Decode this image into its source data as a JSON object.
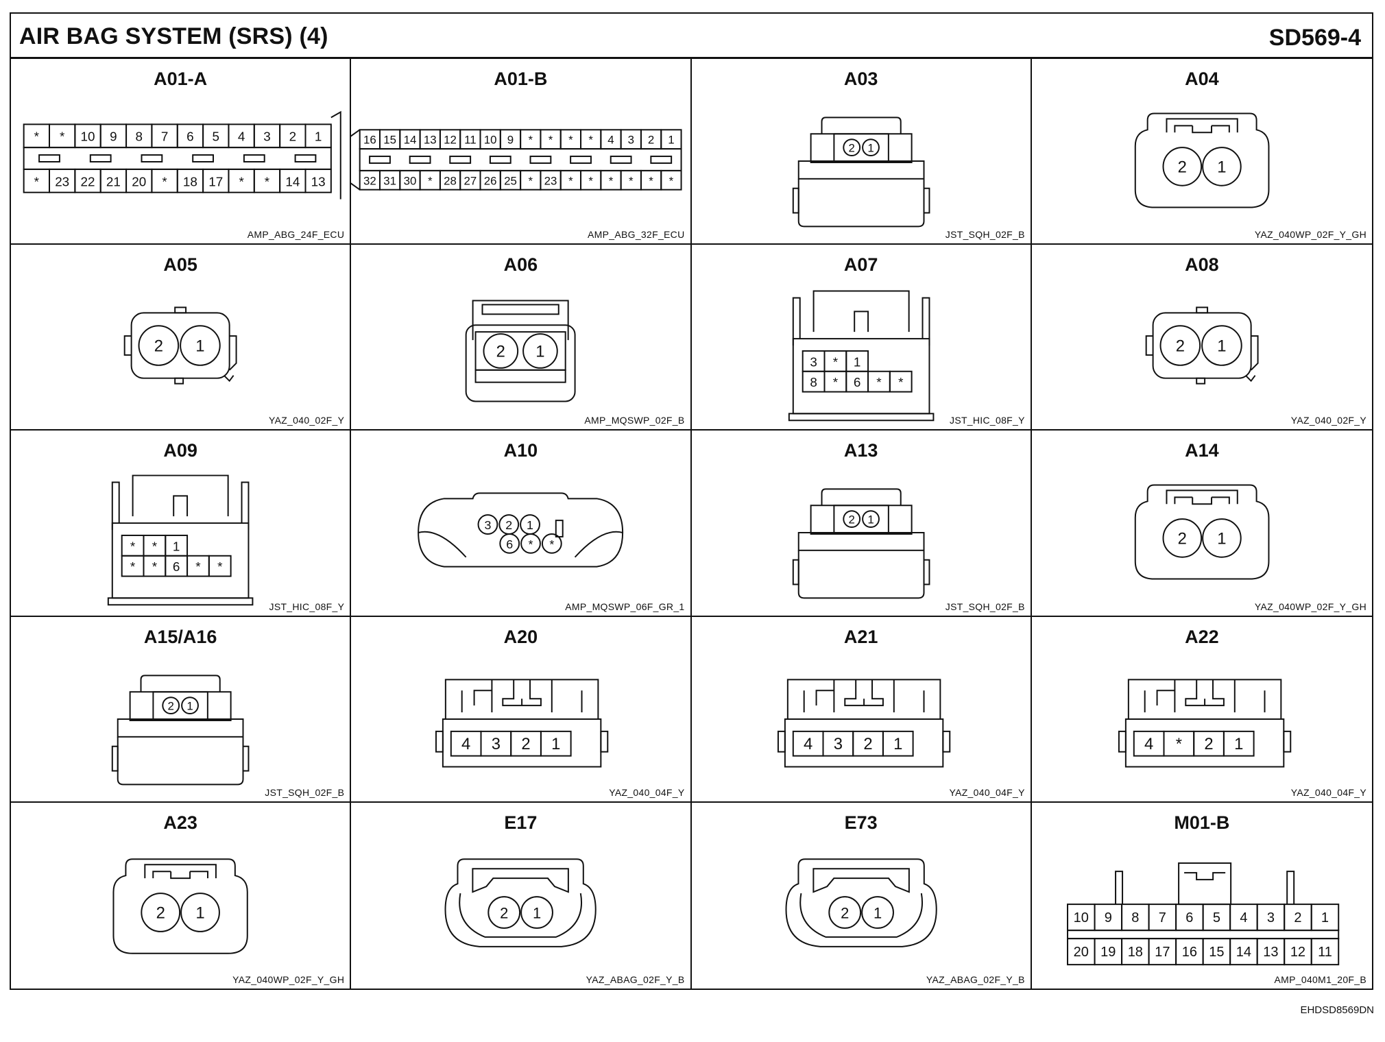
{
  "header": {
    "title": "AIR BAG SYSTEM (SRS) (4)",
    "code": "SD569-4"
  },
  "footer": {
    "doc_id": "EHDSD8569DN"
  },
  "connectors": [
    {
      "id": "A01-A",
      "type": "AMP_ABG_24F_ECU",
      "top_row": [
        "*",
        "*",
        "10",
        "9",
        "8",
        "7",
        "6",
        "5",
        "4",
        "3",
        "2",
        "1"
      ],
      "bottom_row": [
        "*",
        "23",
        "22",
        "21",
        "20",
        "*",
        "18",
        "17",
        "*",
        "*",
        "14",
        "13"
      ]
    },
    {
      "id": "A01-B",
      "type": "AMP_ABG_32F_ECU",
      "top_row": [
        "16",
        "15",
        "14",
        "13",
        "12",
        "11",
        "10",
        "9",
        "*",
        "*",
        "*",
        "*",
        "4",
        "3",
        "2",
        "1"
      ],
      "bottom_row": [
        "32",
        "31",
        "30",
        "*",
        "28",
        "27",
        "26",
        "25",
        "*",
        "23",
        "*",
        "*",
        "*",
        "*",
        "*",
        "*"
      ]
    },
    {
      "id": "A03",
      "type": "JST_SQH_02F_B",
      "pins": [
        "2",
        "1"
      ]
    },
    {
      "id": "A04",
      "type": "YAZ_040WP_02F_Y_GH",
      "pins": [
        "2",
        "1"
      ]
    },
    {
      "id": "A05",
      "type": "YAZ_040_02F_Y",
      "pins": [
        "2",
        "1"
      ]
    },
    {
      "id": "A06",
      "type": "AMP_MQSWP_02F_B",
      "pins": [
        "2",
        "1"
      ]
    },
    {
      "id": "A07",
      "type": "JST_HIC_08F_Y",
      "top_row": [
        "3",
        "*",
        "1"
      ],
      "bottom_row": [
        "8",
        "*",
        "6",
        "*",
        "*"
      ]
    },
    {
      "id": "A08",
      "type": "YAZ_040_02F_Y",
      "pins": [
        "2",
        "1"
      ]
    },
    {
      "id": "A09",
      "type": "JST_HIC_08F_Y",
      "top_row": [
        "*",
        "*",
        "1"
      ],
      "bottom_row": [
        "*",
        "*",
        "6",
        "*",
        "*"
      ]
    },
    {
      "id": "A10",
      "type": "AMP_MQSWP_06F_GR_1",
      "top_row": [
        "3",
        "2",
        "1"
      ],
      "bottom_row": [
        "6",
        "*",
        "*"
      ]
    },
    {
      "id": "A13",
      "type": "JST_SQH_02F_B",
      "pins": [
        "2",
        "1"
      ]
    },
    {
      "id": "A14",
      "type": "YAZ_040WP_02F_Y_GH",
      "pins": [
        "2",
        "1"
      ]
    },
    {
      "id": "A15/A16",
      "type": "JST_SQH_02F_B",
      "pins": [
        "2",
        "1"
      ]
    },
    {
      "id": "A20",
      "type": "YAZ_040_04F_Y",
      "pins": [
        "4",
        "3",
        "2",
        "1"
      ]
    },
    {
      "id": "A21",
      "type": "YAZ_040_04F_Y",
      "pins": [
        "4",
        "3",
        "2",
        "1"
      ]
    },
    {
      "id": "A22",
      "type": "YAZ_040_04F_Y",
      "pins": [
        "4",
        "*",
        "2",
        "1"
      ]
    },
    {
      "id": "A23",
      "type": "YAZ_040WP_02F_Y_GH",
      "pins": [
        "2",
        "1"
      ]
    },
    {
      "id": "E17",
      "type": "YAZ_ABAG_02F_Y_B",
      "pins": [
        "2",
        "1"
      ]
    },
    {
      "id": "E73",
      "type": "YAZ_ABAG_02F_Y_B",
      "pins": [
        "2",
        "1"
      ]
    },
    {
      "id": "M01-B",
      "type": "AMP_040M1_20F_B",
      "top_row": [
        "10",
        "9",
        "8",
        "7",
        "6",
        "5",
        "4",
        "3",
        "2",
        "1"
      ],
      "bottom_row": [
        "20",
        "19",
        "18",
        "17",
        "16",
        "15",
        "14",
        "13",
        "12",
        "11"
      ]
    }
  ]
}
